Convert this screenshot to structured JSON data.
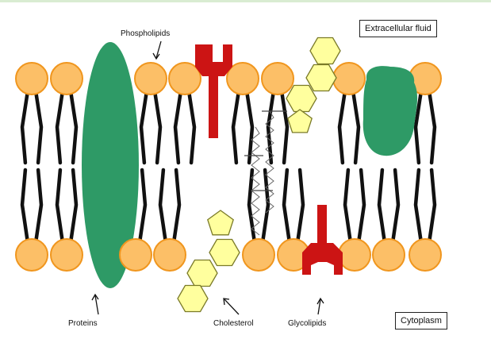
{
  "regions": {
    "top": "Extracellular fluid",
    "bottom": "Cytoplasm"
  },
  "labels": {
    "phospholipids": "Phospholipids",
    "proteins": "Proteins",
    "cholesterol": "Cholesterol",
    "glycolipids": "Glycolipids"
  },
  "colors": {
    "head_fill": "#fcbf67",
    "head_stroke": "#f0961e",
    "protein": "#2e9a66",
    "glycolipid": "#cc1414",
    "cholesterol_fill": "#ffff9e",
    "cholesterol_stroke": "#7a7a28",
    "tail": "#111111"
  }
}
